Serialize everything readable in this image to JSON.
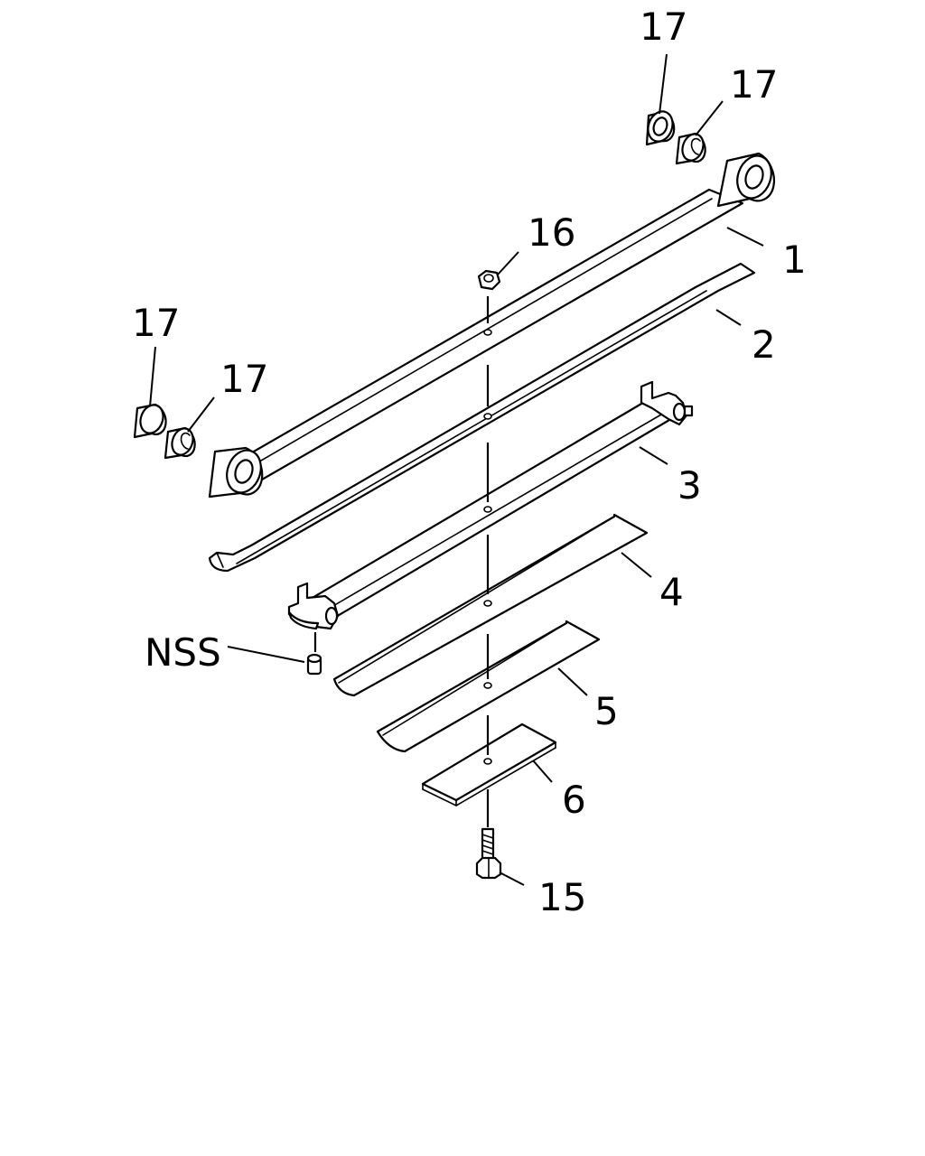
{
  "callouts": {
    "c17_top_left": "17",
    "c17_top_right": "17",
    "c17_mid_left": "17",
    "c17_mid_right": "17",
    "c16": "16",
    "c1": "1",
    "c2": "2",
    "c3": "3",
    "c4": "4",
    "c5": "5",
    "c6": "6",
    "c15": "15",
    "nss": "NSS"
  },
  "colors": {
    "line": "#000000",
    "background": "#ffffff"
  }
}
